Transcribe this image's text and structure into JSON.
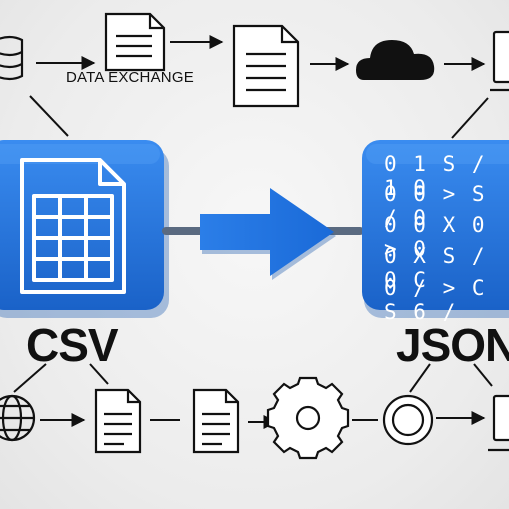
{
  "labels": {
    "data_exchange": "DATA EXCHANGE",
    "csv": "CSV",
    "json": "JSON"
  },
  "json_binary_lines": [
    "0 1 S / 1 0",
    "0 0 > S / 0",
    "0 0 X 0 > 0",
    "0 X S / 0 C",
    "0 / > C S 6 /"
  ],
  "colors": {
    "accent_blue": "#2a7be4",
    "tile_blue": "#1e6fd6",
    "line_black": "#111111",
    "background": "#ececec"
  },
  "icons": [
    "database-icon",
    "document-icon",
    "document-icon",
    "cloud-icon",
    "monitor-icon",
    "spreadsheet-document-icon",
    "arrow-right-icon",
    "binary-data-icon",
    "globe-icon",
    "document-icon",
    "document-icon",
    "gear-icon",
    "gear-icon",
    "monitor-icon"
  ]
}
